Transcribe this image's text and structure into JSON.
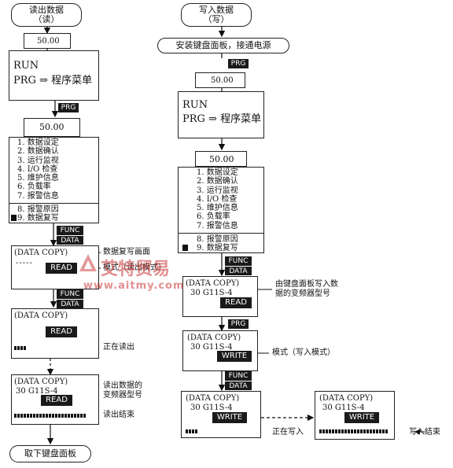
{
  "read": {
    "title": "读出数据\n（读）",
    "freq_display": "50.00",
    "run_line": "RUN",
    "prg_line": "PRG ⇒ 程序菜单",
    "prg_key": "PRG",
    "menu_freq": "50.00",
    "menu": [
      "1. 数据设定",
      "2. 数据确认",
      "3. 运行监视",
      "4. I/O 检查",
      "5. 维护信息",
      "6. 负载率",
      "7. 报警信息",
      "8. 报警原因",
      "9. 数据复写"
    ],
    "func_key": "FUNC",
    "data_key": "DATA",
    "copy_title": "(DATA COPY)",
    "read_btn": "READ",
    "dashes": "-----",
    "note_copy_screen": "数据复写画面",
    "note_mode": "模式（读出模式）",
    "note_reading": "正在读出",
    "model": "30 G11S-4",
    "note_model": "读出数据的\n变频器型号",
    "note_done": "读出结束",
    "end_step": "取下键盘面板"
  },
  "write": {
    "title": "写入数据\n（写）",
    "install_step": "安装键盘面板，接通电源",
    "prg_key": "PRG",
    "freq_display": "50.00",
    "run_line": "RUN",
    "prg_line": "PRG ⇒ 程序菜单",
    "menu_freq": "50.00",
    "menu": [
      "1. 数据设定",
      "2. 数据确认",
      "3. 运行监视",
      "4. I/O 检查",
      "5. 维护信息",
      "6. 负载率",
      "7. 报警信息",
      "8. 报警原因",
      "9. 数据复写"
    ],
    "func_key": "FUNC",
    "data_key": "DATA",
    "copy_title": "(DATA COPY)",
    "model": "30 G11S-4",
    "read_btn": "READ",
    "note_source_model": "由键盘面板写入数\n据的变频器型号",
    "write_btn": "WRITE",
    "note_mode": "模式（写入模式）",
    "note_writing": "正在写入",
    "note_done": "写入结束"
  },
  "watermark": {
    "logo_text": "艾特贸易",
    "url": "www.aitmy.com"
  }
}
